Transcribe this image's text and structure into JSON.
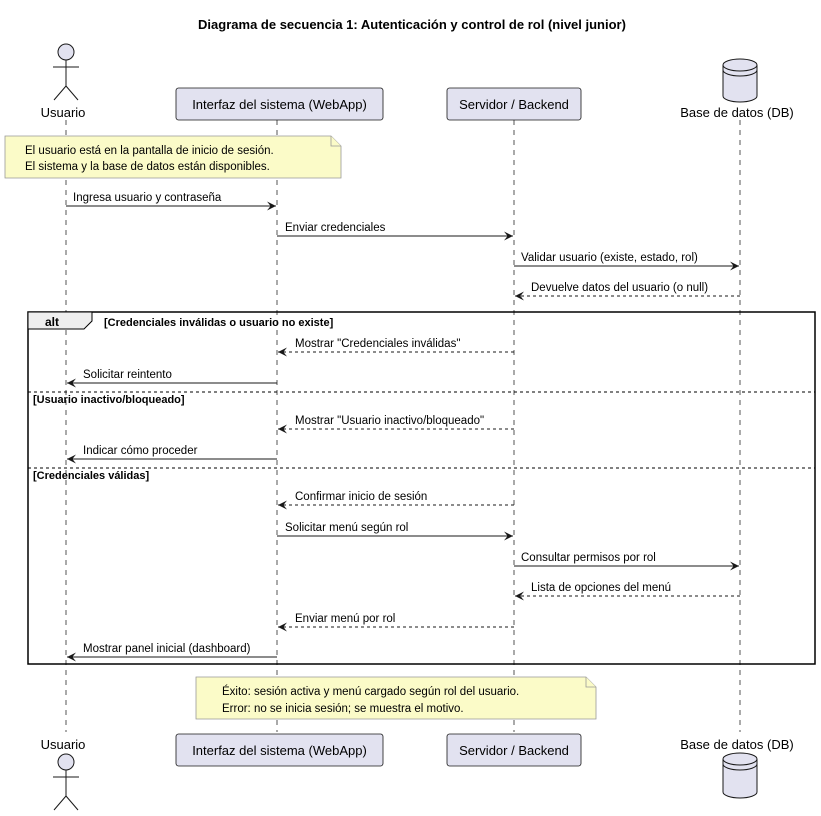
{
  "title": "Diagrama de secuencia 1: Autenticación y control de rol (nivel junior)",
  "participants": [
    {
      "id": "usuario",
      "label": "Usuario",
      "kind": "actor"
    },
    {
      "id": "webapp",
      "label": "Interfaz del sistema (WebApp)",
      "kind": "participant"
    },
    {
      "id": "backend",
      "label": "Servidor / Backend",
      "kind": "participant"
    },
    {
      "id": "db",
      "label": "Base de datos (DB)",
      "kind": "database"
    }
  ],
  "note_top": {
    "lines": [
      "El usuario está en la pantalla de inicio de sesión.",
      "El sistema y la base de datos están disponibles."
    ]
  },
  "messages_pre": [
    {
      "from": "usuario",
      "to": "webapp",
      "text": "Ingresa usuario y contraseña",
      "dashed": false
    },
    {
      "from": "webapp",
      "to": "backend",
      "text": "Enviar credenciales",
      "dashed": false
    },
    {
      "from": "backend",
      "to": "db",
      "text": "Validar usuario (existe, estado, rol)",
      "dashed": false
    },
    {
      "from": "db",
      "to": "backend",
      "text": "Devuelve datos del usuario (o null)",
      "dashed": true
    }
  ],
  "alt": {
    "keyword": "alt",
    "sections": [
      {
        "guard": "[Credenciales inválidas o usuario no existe]",
        "messages": [
          {
            "from": "backend",
            "to": "webapp",
            "text": "Mostrar \"Credenciales inválidas\"",
            "dashed": true
          },
          {
            "from": "webapp",
            "to": "usuario",
            "text": "Solicitar reintento",
            "dashed": false
          }
        ]
      },
      {
        "guard": "[Usuario inactivo/bloqueado]",
        "messages": [
          {
            "from": "backend",
            "to": "webapp",
            "text": "Mostrar \"Usuario inactivo/bloqueado\"",
            "dashed": true
          },
          {
            "from": "webapp",
            "to": "usuario",
            "text": "Indicar cómo proceder",
            "dashed": false
          }
        ]
      },
      {
        "guard": "[Credenciales válidas]",
        "messages": [
          {
            "from": "backend",
            "to": "webapp",
            "text": "Confirmar inicio de sesión",
            "dashed": true
          },
          {
            "from": "webapp",
            "to": "backend",
            "text": "Solicitar menú según rol",
            "dashed": false
          },
          {
            "from": "backend",
            "to": "db",
            "text": "Consultar permisos por rol",
            "dashed": false
          },
          {
            "from": "db",
            "to": "backend",
            "text": "Lista de opciones del menú",
            "dashed": true
          },
          {
            "from": "backend",
            "to": "webapp",
            "text": "Enviar menú por rol",
            "dashed": true
          },
          {
            "from": "webapp",
            "to": "usuario",
            "text": "Mostrar panel inicial (dashboard)",
            "dashed": false
          }
        ]
      }
    ]
  },
  "note_bottom": {
    "lines": [
      "Éxito: sesión activa y menú cargado según rol del usuario.",
      "Error: no se inicia sesión; se muestra el motivo."
    ]
  }
}
